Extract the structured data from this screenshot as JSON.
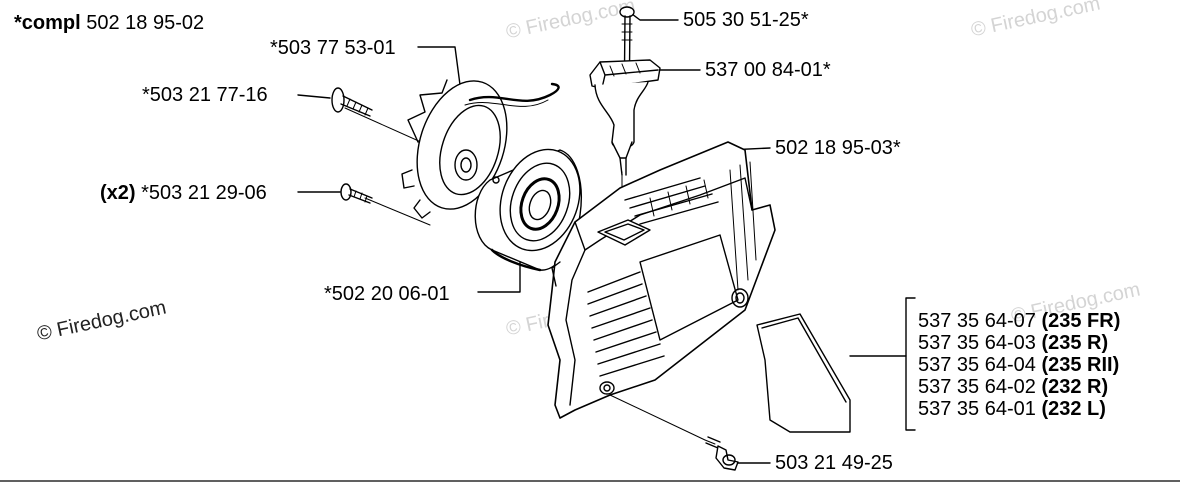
{
  "header": {
    "prefix": "*compl",
    "part": "502 18 95-02"
  },
  "callouts": {
    "c1": "*503 77 53-01",
    "c2": "*503 21 77-16",
    "c3_prefix": "(x2)",
    "c3": "*503 21 29-06",
    "c4": "*502 20 06-01",
    "c5": "505 30 51-25*",
    "c6": "537 00 84-01*",
    "c7": "502 18 95-03*",
    "c8": "503 21 49-25"
  },
  "decals": [
    {
      "part": "537 35 64-07",
      "model": "(235 FR)"
    },
    {
      "part": "537 35 64-03",
      "model": "(235 R)"
    },
    {
      "part": "537 35 64-04",
      "model": "(235 RII)"
    },
    {
      "part": "537 35 64-02",
      "model": "(232 R)"
    },
    {
      "part": "537 35 64-01",
      "model": "(232 L)"
    }
  ],
  "watermark": {
    "text": "© Firedog.com"
  }
}
